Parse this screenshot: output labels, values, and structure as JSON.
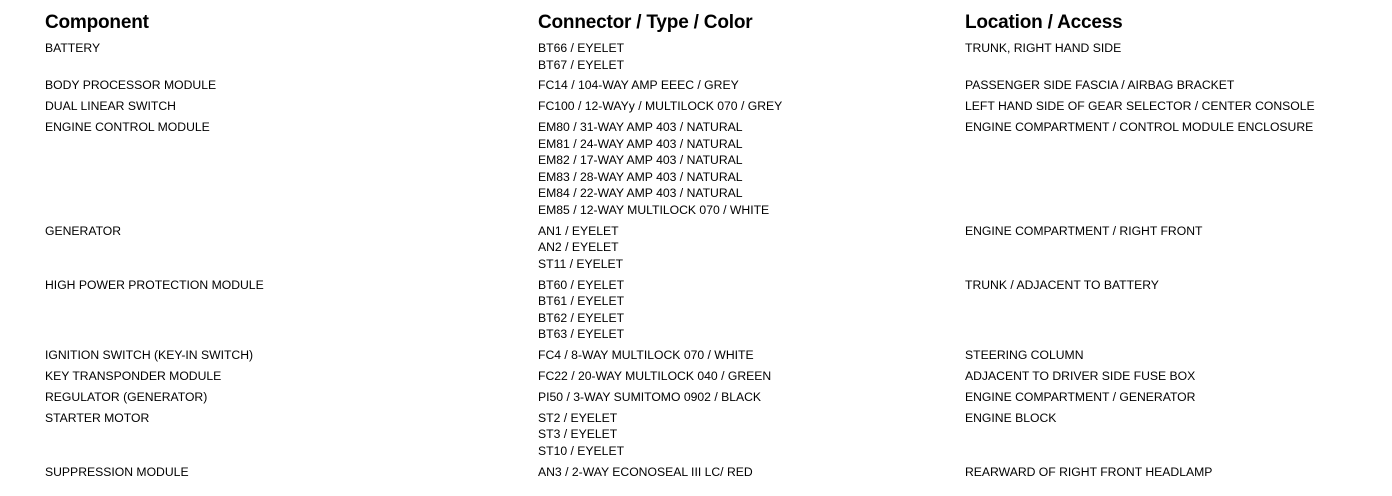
{
  "headers": {
    "component": "Component",
    "connector": "Connector / Type / Color",
    "location": "Location / Access"
  },
  "rows": [
    {
      "component": "BATTERY",
      "connectors": [
        "BT66 / EYELET",
        "BT67 / EYELET"
      ],
      "location": "TRUNK, RIGHT HAND SIDE"
    },
    {
      "component": "BODY PROCESSOR MODULE",
      "connectors": [
        "FC14 / 104-WAY AMP EEEC / GREY"
      ],
      "location": "PASSENGER SIDE FASCIA / AIRBAG BRACKET"
    },
    {
      "component": "DUAL LINEAR SWITCH",
      "connectors": [
        "FC100 / 12-WAYy / MULTILOCK 070 / GREY"
      ],
      "location": "LEFT HAND SIDE OF GEAR SELECTOR / CENTER CONSOLE"
    },
    {
      "component": "ENGINE CONTROL MODULE",
      "connectors": [
        "EM80 / 31-WAY AMP 403 / NATURAL",
        "EM81 / 24-WAY AMP 403 / NATURAL",
        "EM82 / 17-WAY AMP 403 / NATURAL",
        "EM83 / 28-WAY AMP 403 / NATURAL",
        "EM84 / 22-WAY AMP 403 / NATURAL",
        "EM85 / 12-WAY MULTILOCK 070 / WHITE"
      ],
      "location": "ENGINE COMPARTMENT / CONTROL MODULE ENCLOSURE"
    },
    {
      "component": "GENERATOR",
      "connectors": [
        "AN1 / EYELET",
        "AN2 / EYELET",
        "ST11 / EYELET"
      ],
      "location": "ENGINE COMPARTMENT / RIGHT FRONT"
    },
    {
      "component": "HIGH POWER PROTECTION MODULE",
      "connectors": [
        "BT60 / EYELET",
        "BT61 / EYELET",
        "BT62 / EYELET",
        "BT63 / EYELET"
      ],
      "location": "TRUNK / ADJACENT TO BATTERY"
    },
    {
      "component": "IGNITION SWITCH (KEY-IN SWITCH)",
      "connectors": [
        "FC4 / 8-WAY MULTILOCK 070 / WHITE"
      ],
      "location": "STEERING COLUMN"
    },
    {
      "component": "KEY TRANSPONDER MODULE",
      "connectors": [
        "FC22 / 20-WAY MULTILOCK 040 / GREEN"
      ],
      "location": "ADJACENT TO DRIVER SIDE FUSE BOX"
    },
    {
      "component": "REGULATOR (GENERATOR)",
      "connectors": [
        "PI50 / 3-WAY SUMITOMO 0902 / BLACK"
      ],
      "location": "ENGINE COMPARTMENT / GENERATOR"
    },
    {
      "component": "STARTER MOTOR",
      "connectors": [
        "ST2 / EYELET",
        "ST3 / EYELET",
        "ST10 / EYELET"
      ],
      "location": "ENGINE BLOCK"
    },
    {
      "component": "SUPPRESSION MODULE",
      "connectors": [
        "AN3 / 2-WAY ECONOSEAL III LC/ RED"
      ],
      "location": "REARWARD OF RIGHT FRONT HEADLAMP"
    }
  ]
}
